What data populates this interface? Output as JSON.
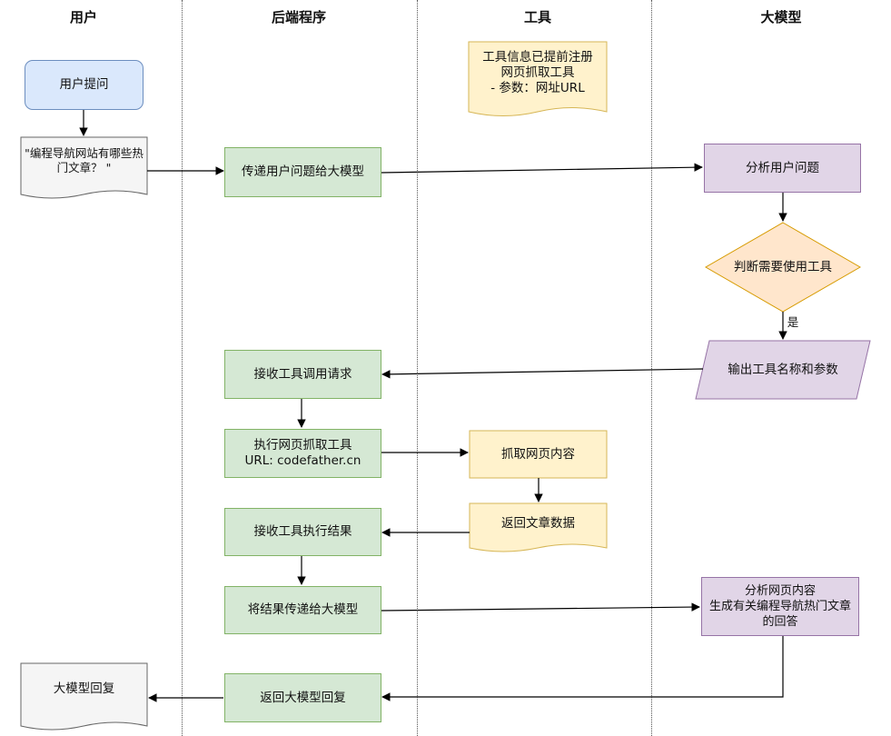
{
  "lanes": [
    "用户",
    "后端程序",
    "工具",
    "大模型"
  ],
  "nodes": {
    "user_question": "用户提问",
    "user_query_doc": "\"编程导航网站有哪些热\n门文章？ \"",
    "tool_registered": "工具信息已提前注册\n网页抓取工具\n - 参数：网址URL",
    "pass_question": "传递用户问题给大模型",
    "analyze_question": "分析用户问题",
    "decide_tool": "判断需要使用工具",
    "yes_label": "是",
    "output_tool": "输出工具名称和参数",
    "receive_tool_call": "接收工具调用请求",
    "execute_tool": "执行网页抓取工具\nURL: codefather.cn",
    "fetch_page": "抓取网页内容",
    "return_article": "返回文章数据",
    "receive_result": "接收工具执行结果",
    "pass_result": "将结果传递给大模型",
    "analyze_content": "分析网页内容\n生成有关编程导航热门文章\n的回答",
    "return_reply": "返回大模型回复",
    "final_reply": "大模型回复"
  },
  "colors": {
    "green_fill": "#d5e8d4",
    "green_stroke": "#82b366",
    "purple_fill": "#e1d5e7",
    "purple_stroke": "#9673a6",
    "yellow_fill": "#fff2cc",
    "yellow_stroke": "#d6b656",
    "orange_fill": "#ffe6cc",
    "orange_stroke": "#d79b00",
    "blue_fill": "#dae8fc",
    "blue_stroke": "#6c8ebf",
    "gray_fill": "#f5f5f5",
    "gray_stroke": "#666666"
  }
}
